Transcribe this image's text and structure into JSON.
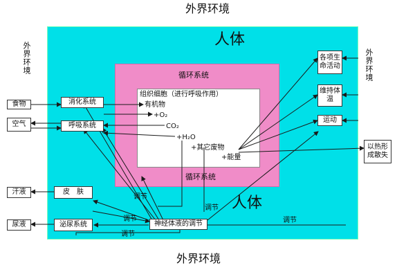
{
  "colors": {
    "body_fill": "#00E0E8",
    "circulation_fill": "#F08CC8",
    "line": "#1a1a1a"
  },
  "env_top": "外界环境",
  "env_bottom": "外界环境",
  "env_left": "外界环境",
  "env_right": "外界环境",
  "body_label_top": "人体",
  "body_label_bottom": "人体",
  "circulation_label_top": "循环系统",
  "circulation_label_bottom": "循环系统",
  "cell": {
    "title": "组织细胞（进行呼吸作用）",
    "organic": "有机物",
    "o2": "+O₂",
    "co2": "CO₂",
    "h2o": "+H₂O",
    "waste": "+其它废物",
    "energy": "+能量"
  },
  "boxes": {
    "food": "食物",
    "air": "空气",
    "digestive": "消化系统",
    "respiratory": "呼吸系统",
    "sweat": "汗液",
    "urine": "尿液",
    "skin": "皮　肤",
    "excretory": "泌尿系统",
    "neuro": "神经体液的调节",
    "activities": "各项生命活动",
    "body_temp": "维持体温",
    "movement": "运动",
    "heat": "以热形成散失"
  },
  "labels": {
    "regulate_1": "调节",
    "regulate_2": "调节",
    "regulate_3": "调节",
    "regulate_4": "调节",
    "regulate_5": "调节"
  }
}
